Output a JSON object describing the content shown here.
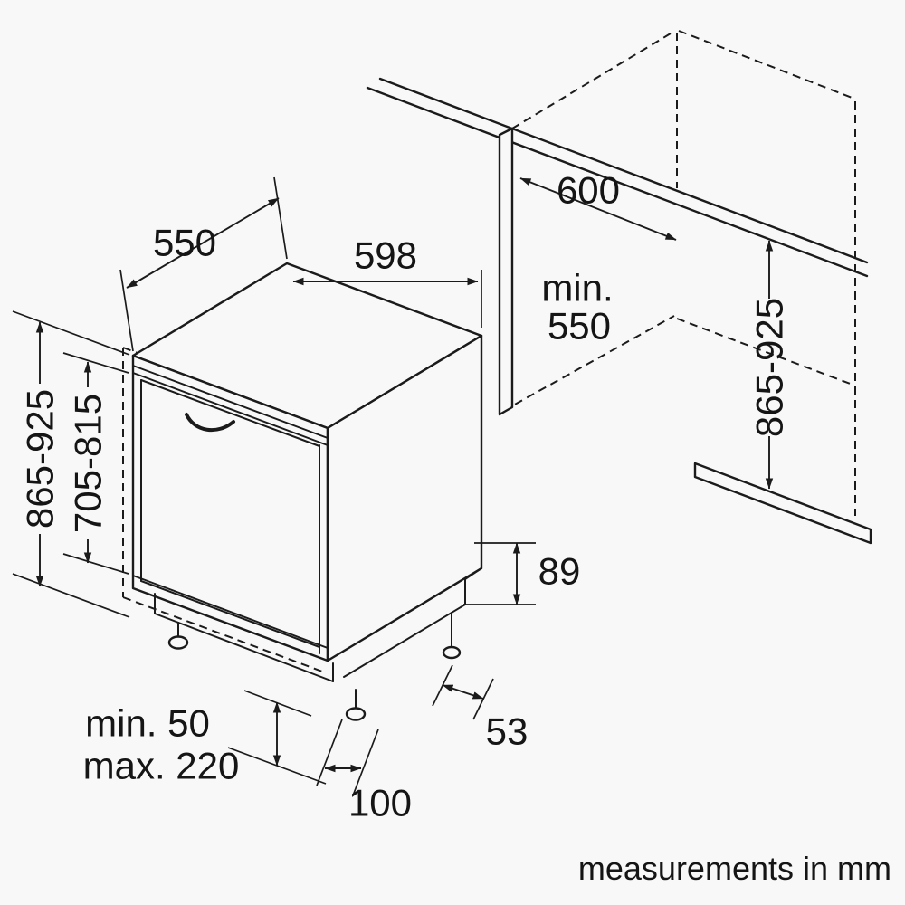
{
  "diagram": {
    "footer": "measurements in mm",
    "dimensions": {
      "depth_top": "550",
      "width_top": "598",
      "height_total_left": "865-925",
      "door_panel_height": "705-815",
      "plinth_min": "min. 50",
      "plinth_max": "max. 220",
      "foot_inset": "100",
      "niche_width": "600",
      "niche_depth_prefix": "min.",
      "niche_depth_value": "550",
      "niche_height_right": "865-925",
      "recess_height": "89",
      "back_offset": "53"
    }
  }
}
